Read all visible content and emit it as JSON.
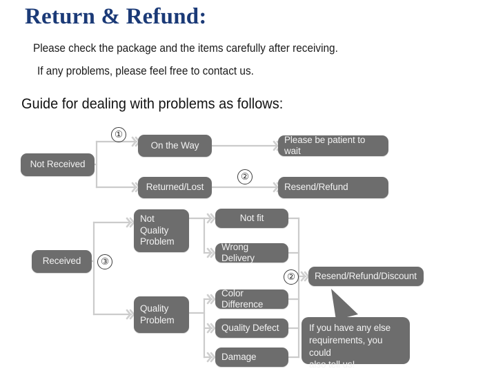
{
  "header": {
    "title": "Return & Refund:",
    "line1": "Please check the package and the items carefully after receiving.",
    "line2": "If any problems, please feel free to contact us.",
    "guide": "Guide for dealing with problems as follows:"
  },
  "colors": {
    "title_blue": "#1b3a77",
    "node_gray": "#6d6d6d",
    "node_text": "#f2f2f2",
    "connector_gray": "#c9c9c9",
    "body_text": "#1a1a1a",
    "background": "#ffffff"
  },
  "flowchart": {
    "nodes": {
      "not_received": "Not Received",
      "on_the_way": "On the Way",
      "returned_lost": "Returned/Lost",
      "please_be_patient": "Please be patient to wait",
      "resend_refund": "Resend/Refund",
      "received": "Received",
      "not_quality_problem": "Not\nQuality\nProblem",
      "quality_problem": "Quality\nProblem",
      "not_fit": "Not fit",
      "wrong_delivery": "Wrong Delivery",
      "color_difference": "Color Difference",
      "quality_defect": "Quality Defect",
      "damage": "Damage",
      "resend_refund_discount": "Resend/Refund/Discount"
    },
    "callout": "If you have any else\nrequirements, you could\nalso tell us!",
    "markers": {
      "one": "①",
      "two_top": "②",
      "three": "③",
      "two_bottom": "②"
    }
  }
}
